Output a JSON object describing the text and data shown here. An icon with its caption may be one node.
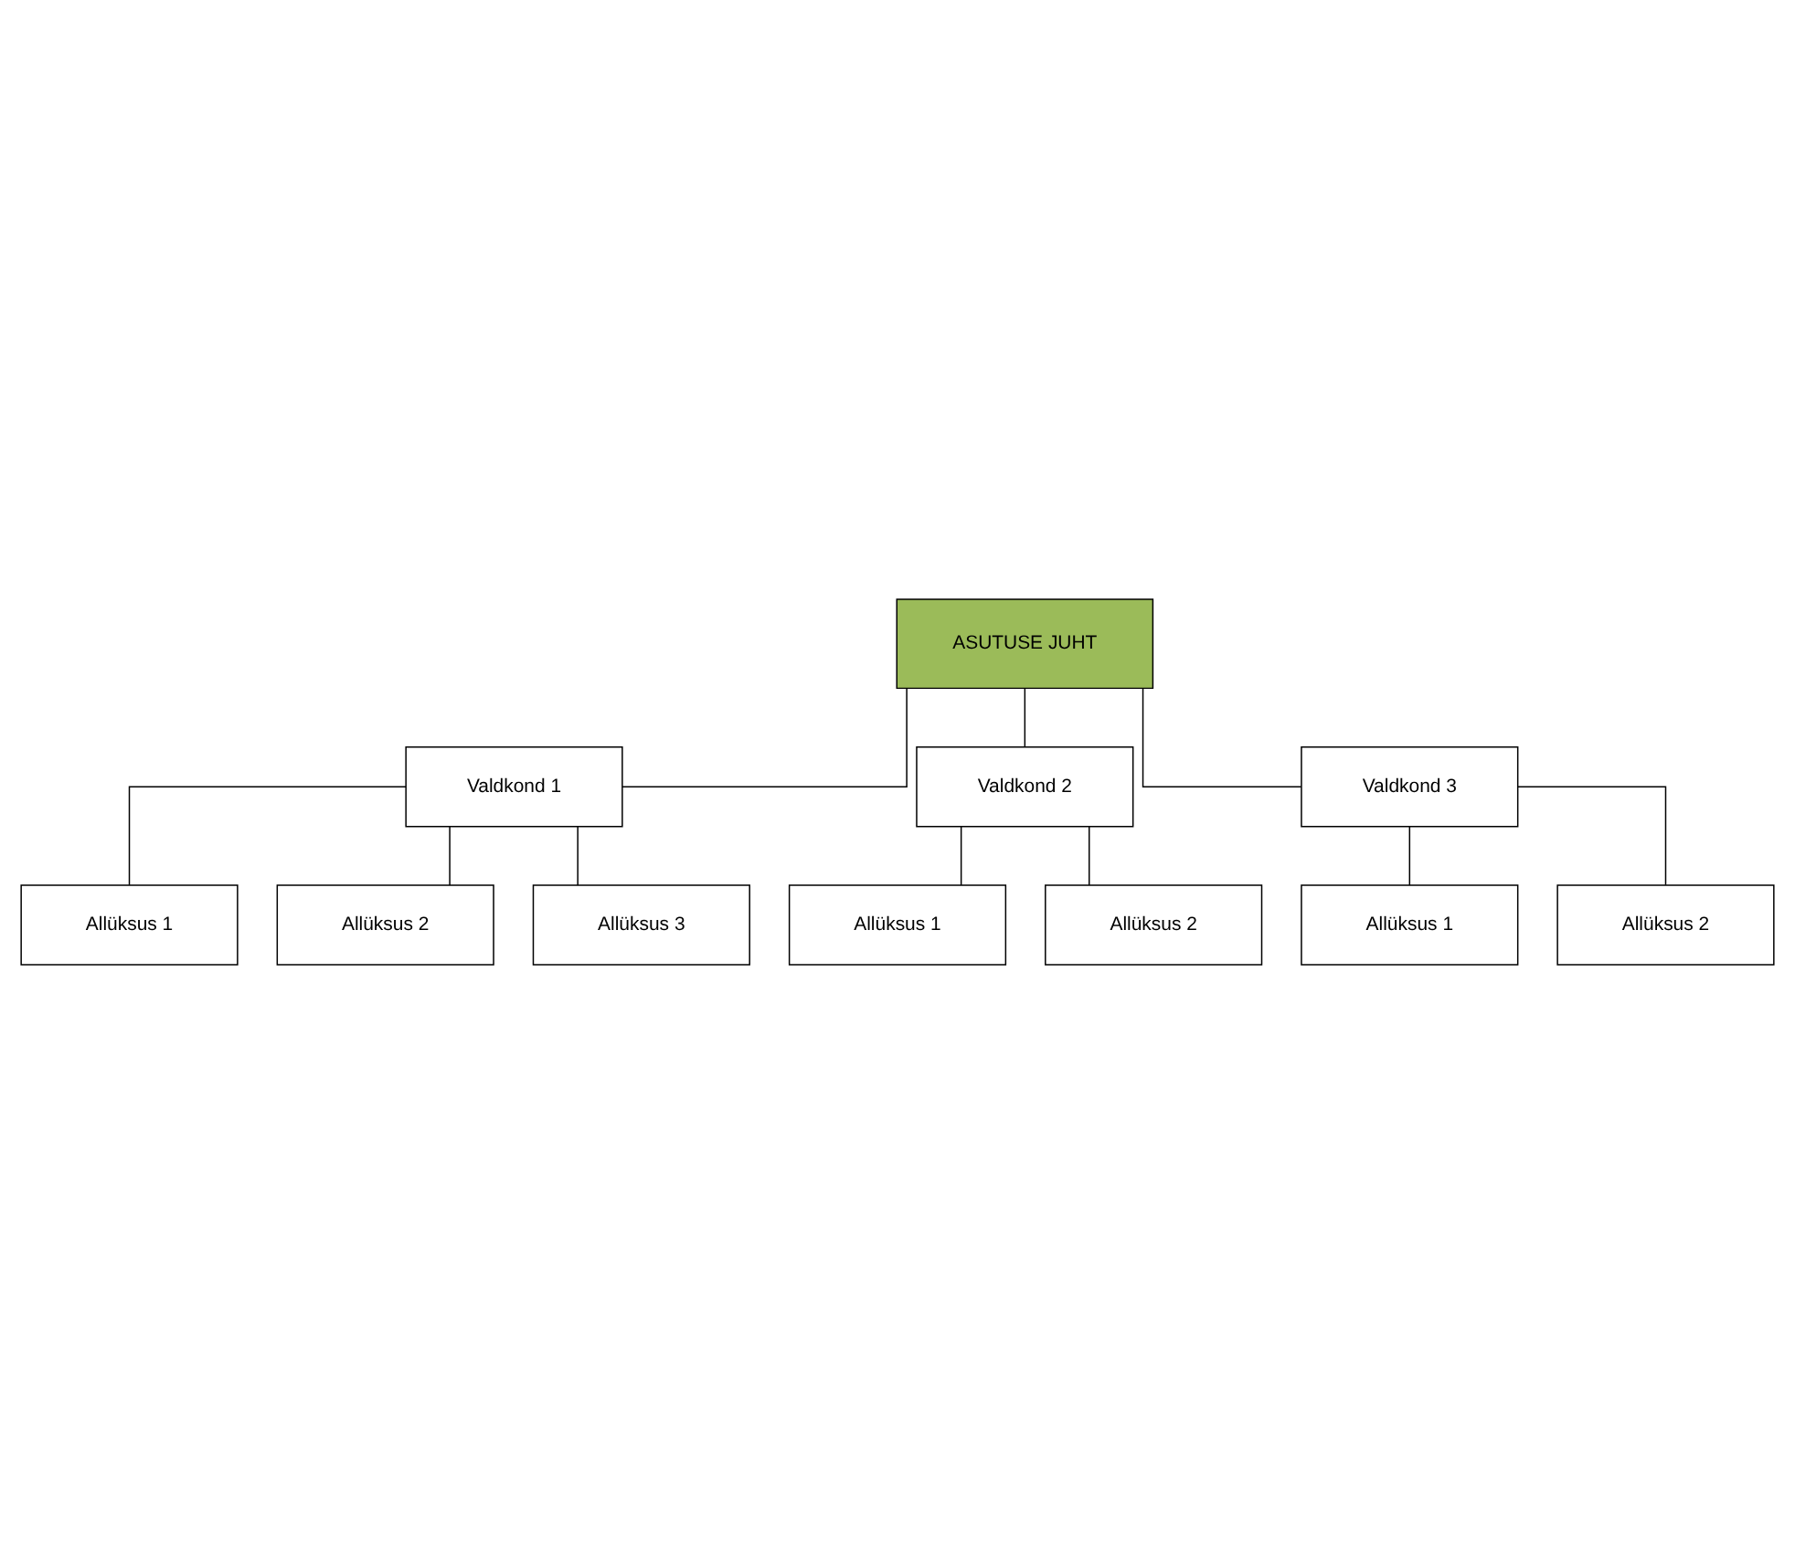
{
  "diagram": {
    "nodes": [
      {
        "text": [
          "ASUTUSE JUHT"
        ]
      },
      {
        "text": [
          "Valdkond 1"
        ]
      },
      {
        "text": [
          "Valdkond 2"
        ]
      },
      {
        "text": [
          "Valdkond 3"
        ]
      },
      {
        "text": [
          "Allüksus 1"
        ]
      },
      {
        "text": [
          "Allüksus 2"
        ]
      },
      {
        "text": [
          "Allüksus 3"
        ]
      },
      {
        "text": [
          "Allüksus 1"
        ]
      },
      {
        "text": [
          "Allüksus 2"
        ]
      },
      {
        "text": [
          "Allüksus 1"
        ]
      },
      {
        "text": [
          "Allüksus 2"
        ]
      }
    ],
    "edges": [
      {
        "from": 0,
        "to": 1,
        "arrow": "none"
      },
      {
        "from": 0,
        "to": 2,
        "arrow": "none"
      },
      {
        "from": 0,
        "to": 3,
        "arrow": "none"
      },
      {
        "from": 1,
        "to": 4,
        "arrow": "none"
      },
      {
        "from": 1,
        "to": 5,
        "arrow": "none"
      },
      {
        "from": 1,
        "to": 6,
        "arrow": "none"
      },
      {
        "from": 2,
        "to": 7,
        "arrow": "none"
      },
      {
        "from": 2,
        "to": 8,
        "arrow": "none"
      },
      {
        "from": 3,
        "to": 9,
        "arrow": "none"
      },
      {
        "from": 3,
        "to": 10,
        "arrow": "none"
      }
    ]
  }
}
